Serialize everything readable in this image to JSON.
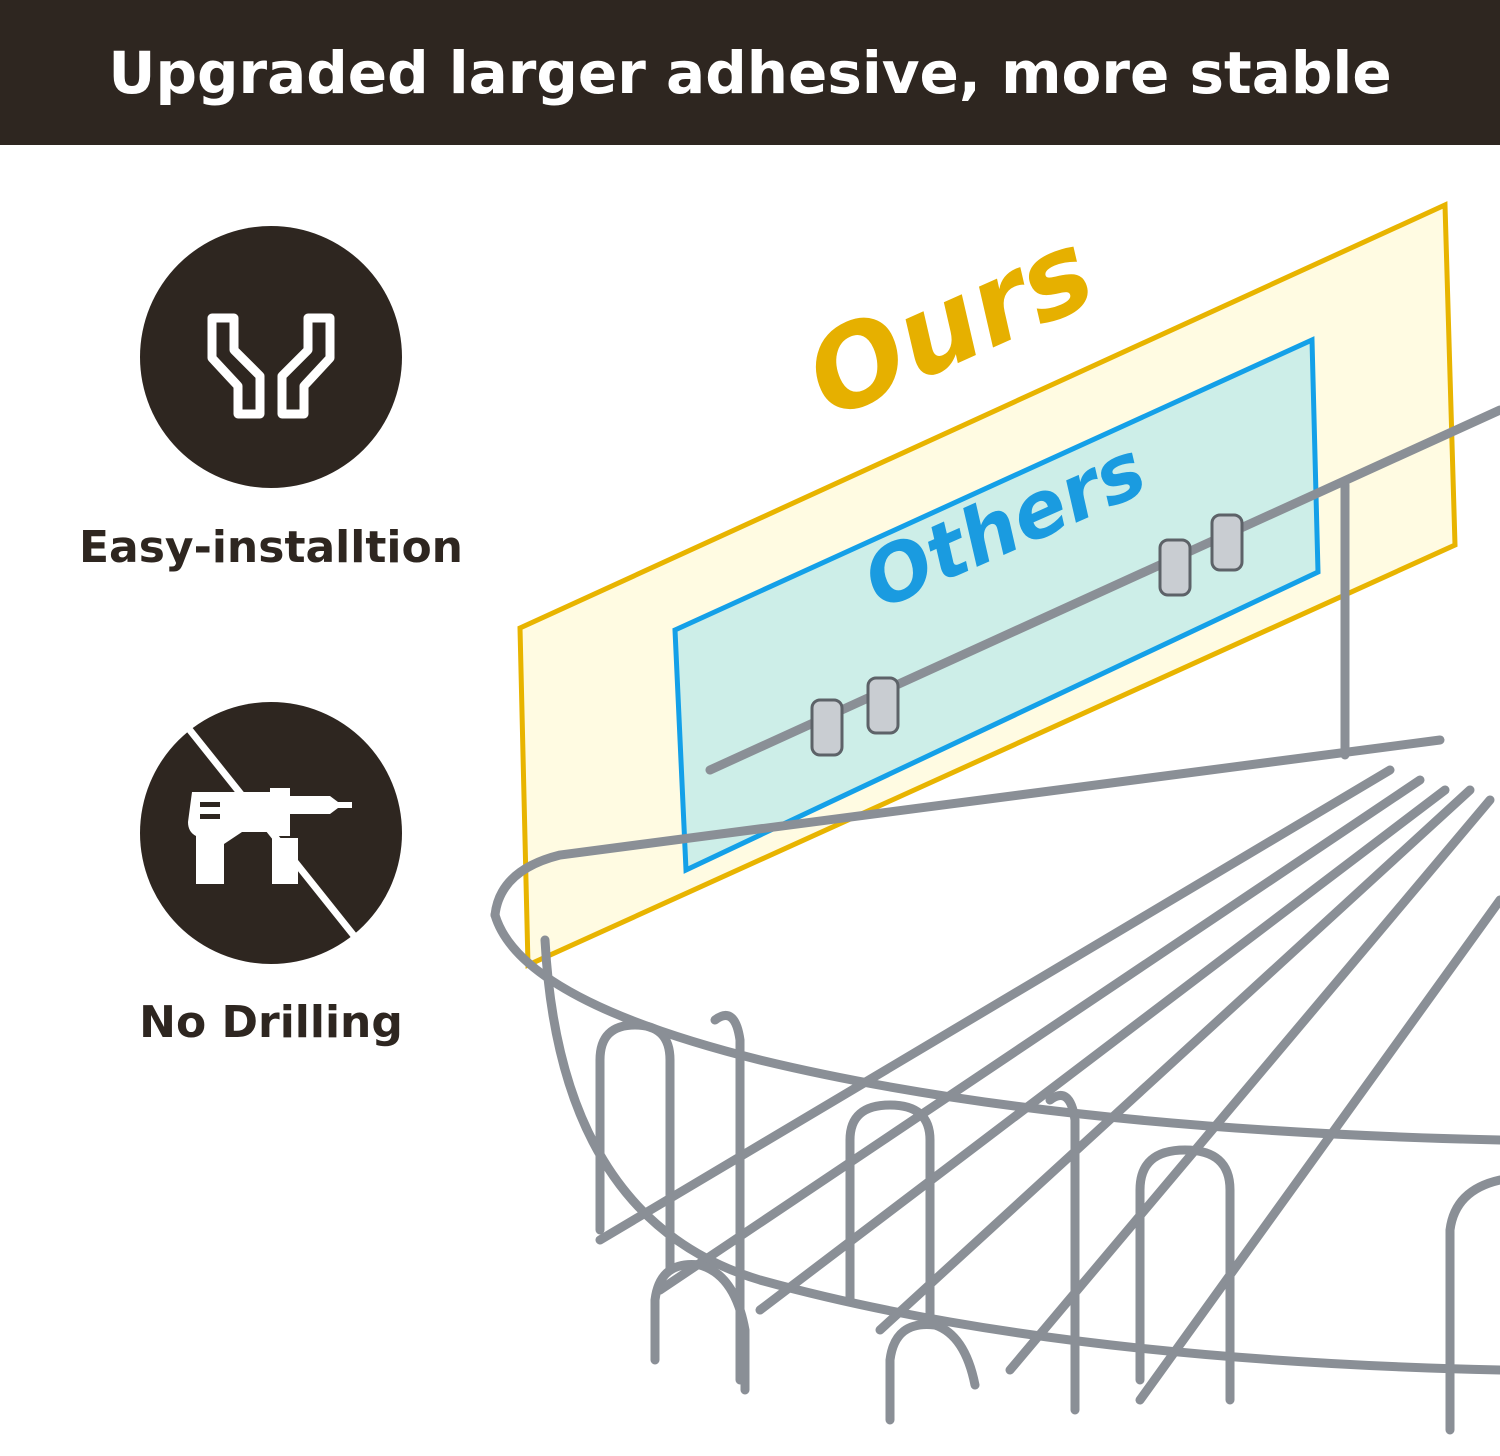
{
  "header": {
    "title": "Upgraded larger adhesive, more stable"
  },
  "features": [
    {
      "icon": "hands-holding-icon",
      "label": "Easy-installtion"
    },
    {
      "icon": "no-drill-icon",
      "label": "No Drilling"
    }
  ],
  "comparison": {
    "ours_label": "Ours",
    "others_label": "Others",
    "ours_color": "#e6b000",
    "others_color": "#1a9be0"
  },
  "colors": {
    "brand_dark": "#2e2620"
  }
}
